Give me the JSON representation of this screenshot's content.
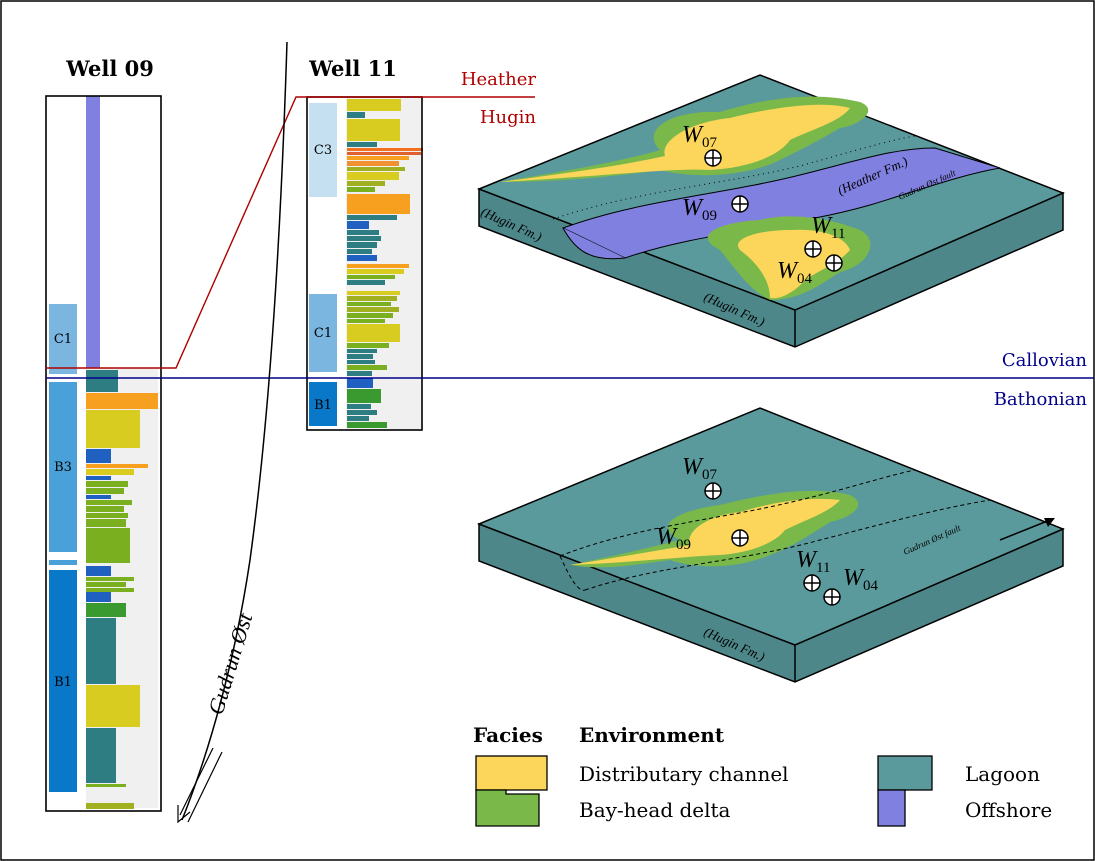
{
  "wells": {
    "well09": {
      "title": "Well 09",
      "units": [
        "C1",
        "B3",
        "B1"
      ]
    },
    "well11": {
      "title": "Well 11",
      "units": [
        "C3",
        "C1",
        "B1"
      ]
    }
  },
  "boundaries": {
    "heather": "Heather",
    "hugin": "Hugin",
    "callovian": "Callovian",
    "bathonian": "Bathonian"
  },
  "fault_label": "Gudrun Øst",
  "block_upper": {
    "wells": {
      "w07": "07",
      "w09": "09",
      "w11": "11",
      "w04": "04"
    },
    "well_symbol": "W",
    "labels": {
      "hugin_left": "(Hugin Fm.)",
      "hugin_front": "(Hugin Fm.)",
      "heather": "(Heather Fm.)",
      "fault": "Gudrun Øst fault"
    }
  },
  "block_lower": {
    "wells": {
      "w07": "07",
      "w09": "09",
      "w11": "11",
      "w04": "04"
    },
    "well_symbol": "W",
    "labels": {
      "hugin_front": "(Hugin Fm.)",
      "fault": "Gudrun Øst fault"
    }
  },
  "legend": {
    "heading_facies": "Facies",
    "heading_environment": "Environment",
    "items": [
      {
        "label": "Distributary channel",
        "color": "#fcd65b"
      },
      {
        "label": "Bay-head delta",
        "color": "#7ab84a"
      },
      {
        "label": "Lagoon",
        "color": "#5b9a9c"
      },
      {
        "label": "Offshore",
        "color": "#8080e0"
      }
    ]
  },
  "colors": {
    "lagoon": "#5b9a9c",
    "lagoon_side": "#4d8789",
    "offshore": "#8080e0",
    "channel": "#fcd65b",
    "delta": "#7ab84a",
    "heather_line": "#b00000",
    "callovian_line": "#00008b",
    "teal_log": "#2e7d82",
    "blue_log": "#2060c0",
    "orange_log": "#f7a020",
    "yellow_log": "#d9cc20",
    "green_log": "#7ab020",
    "unit_light": "#7ab6e0",
    "unit_mid": "#4aa0d8",
    "unit_dark": "#0a78c8",
    "unit_pale": "#c5e0f0"
  }
}
